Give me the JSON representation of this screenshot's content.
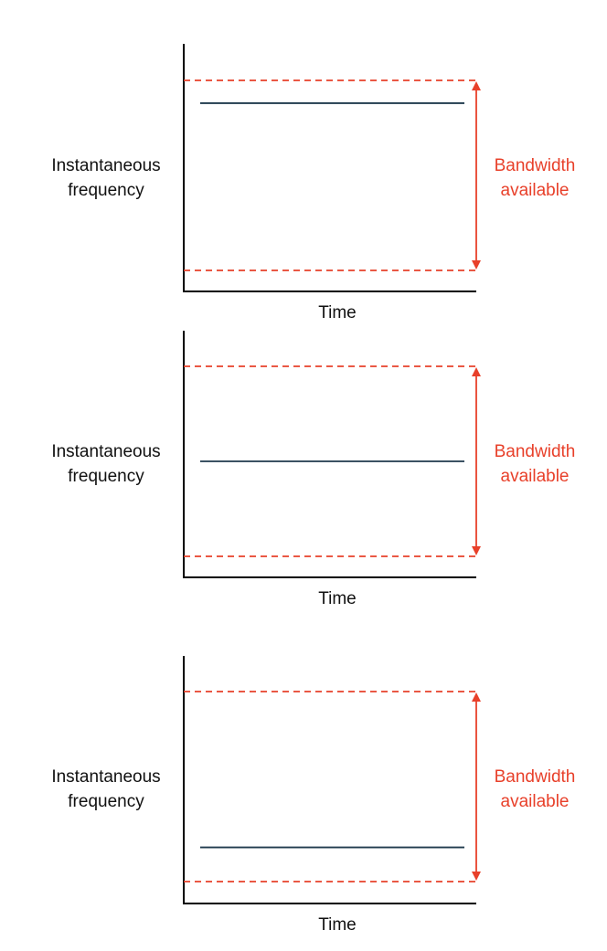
{
  "colors": {
    "axis": "#000000",
    "signal": "#1f3a4d",
    "bandwidth": "#e8402a",
    "text": "#111111"
  },
  "panels": [
    {
      "y_label_lines": [
        "Instantaneous",
        "frequency"
      ],
      "x_label": "Time",
      "bandwidth_label_lines": [
        "Bandwidth",
        "available"
      ],
      "signal_frequency_fraction": 0.88
    },
    {
      "y_label_lines": [
        "Instantaneous",
        "frequency"
      ],
      "x_label": "Time",
      "bandwidth_label_lines": [
        "Bandwidth",
        "available"
      ],
      "signal_frequency_fraction": 0.5
    },
    {
      "y_label_lines": [
        "Instantaneous",
        "frequency"
      ],
      "x_label": "Time",
      "bandwidth_label_lines": [
        "Bandwidth",
        "available"
      ],
      "signal_frequency_fraction": 0.18
    }
  ]
}
